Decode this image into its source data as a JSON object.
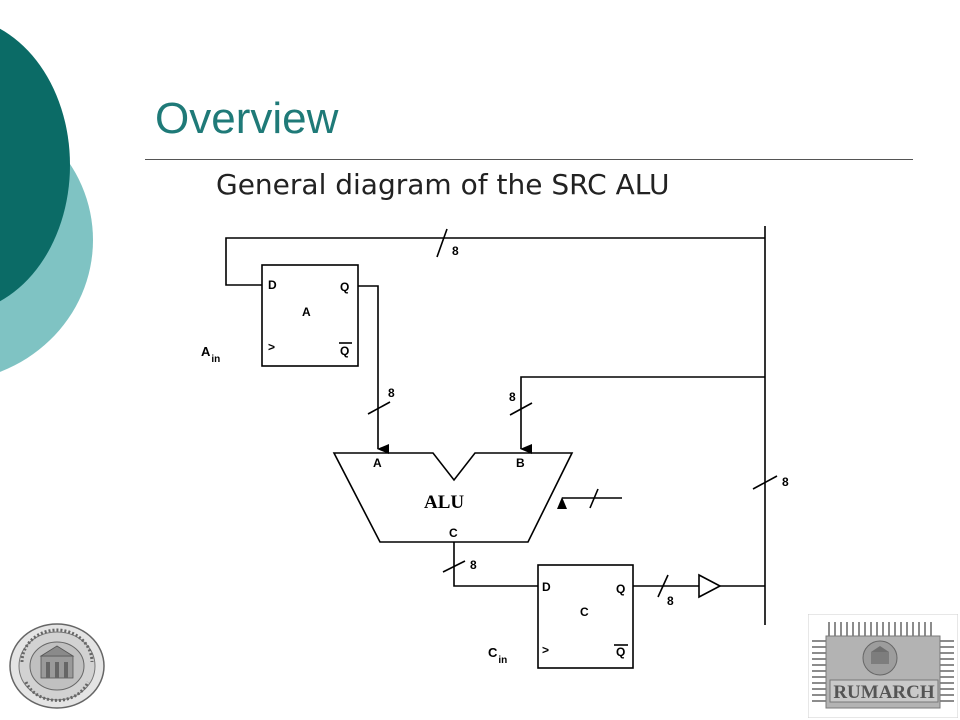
{
  "slide": {
    "title": "Overview",
    "subtitle": "General diagram of the SRC ALU"
  },
  "diagram": {
    "register_a": {
      "name": "A",
      "d": "D",
      "q": "Q",
      "qbar": "Q",
      "clk": ">"
    },
    "register_c": {
      "name": "C",
      "d": "D",
      "q": "Q",
      "qbar": "Q",
      "clk": ">"
    },
    "a_in": {
      "base": "A",
      "sub": "in"
    },
    "c_in": {
      "base": "C",
      "sub": "in"
    },
    "alu": {
      "name": "ALU",
      "input_a": "A",
      "input_b": "B",
      "output_c": "C"
    },
    "bus_widths": {
      "top_bus": "8",
      "a_to_alu": "8",
      "bus_to_b": "8",
      "right_bus": "8",
      "alu_to_c": "8",
      "c_to_buffer": "8"
    }
  },
  "logos": {
    "left_seal": "university-seal",
    "right_logo": "RUMARCH"
  },
  "colors": {
    "title": "#1f7a78",
    "dark_teal": "#0b6b66",
    "light_teal": "#7fc3c3"
  }
}
